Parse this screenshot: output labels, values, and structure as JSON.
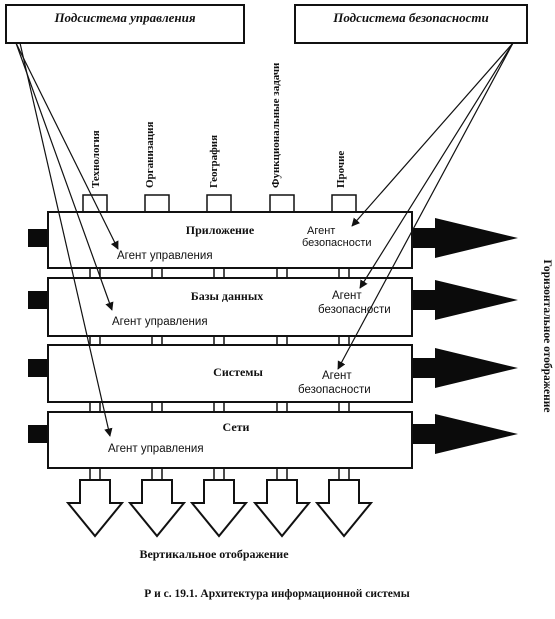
{
  "subsystems": {
    "management": "Подсистема управления",
    "security": "Подсистема безопасности"
  },
  "vertical_columns": [
    "Технология",
    "Организация",
    "География",
    "Функциональные задачи",
    "Прочие"
  ],
  "layers": [
    {
      "title": "Приложение",
      "agent_management": "Агент управления",
      "agent_security_line1": "Агент",
      "agent_security_line2": "безопасности"
    },
    {
      "title": "Базы данных",
      "agent_management": "Агент управления",
      "agent_security_line1": "Агент",
      "agent_security_line2": "безопасности"
    },
    {
      "title": "Системы",
      "agent_management": "",
      "agent_security_line1": "Агент",
      "agent_security_line2": "безопасности"
    },
    {
      "title": "Сети",
      "agent_management": "Агент управления",
      "agent_security_line1": "",
      "agent_security_line2": ""
    }
  ],
  "vertical_mapping_label": "Вертикальное отображение",
  "horizontal_mapping_label": "Горизонтальное отображение",
  "caption": "Р и с. 19.1.  Архитектура информационной системы"
}
